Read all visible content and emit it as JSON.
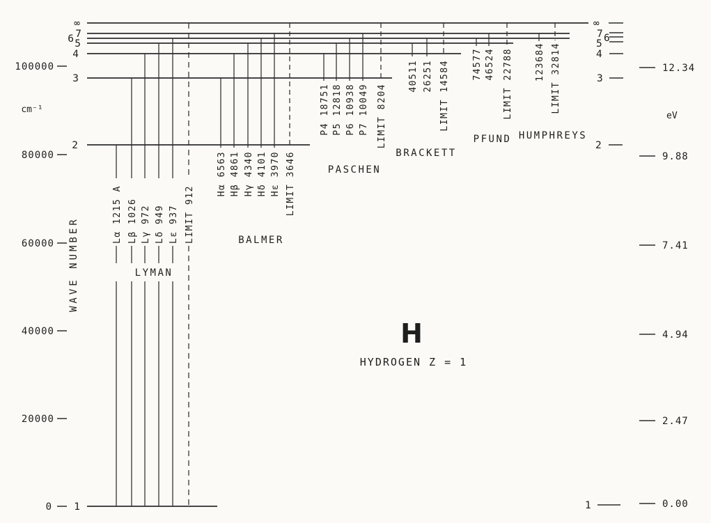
{
  "title": {
    "symbol": "H",
    "caption": "HYDROGEN  Z = 1"
  },
  "axes": {
    "left": {
      "unit": "cm⁻¹",
      "axis_label": "WAVE NUMBER",
      "ticks": [
        "100000",
        "80000",
        "60000",
        "40000",
        "20000",
        "0"
      ]
    },
    "right": {
      "unit": "eV",
      "ticks": [
        "12.34",
        "9.88",
        "7.41",
        "4.94",
        "2.47",
        "0.00"
      ]
    }
  },
  "levels": {
    "labels": [
      "∞",
      "7",
      "6",
      "5",
      "4",
      "3",
      "2",
      "1"
    ]
  },
  "series": {
    "lyman": {
      "name": "LYMAN",
      "lines": [
        "Lα 1215 A",
        "Lβ 1026",
        "Lγ 972",
        "Lδ 949",
        "Lε 937"
      ],
      "limit": "LIMIT 912"
    },
    "balmer": {
      "name": "BALMER",
      "lines": [
        "Hα 6563",
        "Hβ 4861",
        "Hγ 4340",
        "Hδ 4101",
        "Hε 3970"
      ],
      "limit": "LIMIT 3646"
    },
    "paschen": {
      "name": "PASCHEN",
      "lines": [
        "P4 18751",
        "P5 12818",
        "P6 10938",
        "P7 10049"
      ],
      "limit": "LIMIT 8204"
    },
    "brackett": {
      "name": "BRACKETT",
      "lines": [
        "40511",
        "26251"
      ],
      "limit": "LIMIT 14584"
    },
    "pfund": {
      "name": "PFUND",
      "lines": [
        "74577",
        "46524"
      ],
      "limit": "LIMIT 22788"
    },
    "humphreys": {
      "name": "HUMPHREYS",
      "lines": [
        "123684"
      ],
      "limit": "LIMIT 32814"
    }
  },
  "colors": {
    "ink": "#2d2d2d",
    "paper": "#fbfaf6"
  }
}
